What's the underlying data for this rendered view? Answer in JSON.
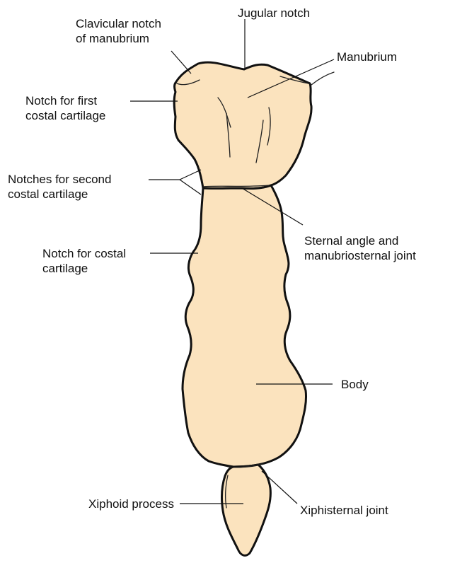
{
  "colors": {
    "bone_fill": "#fbe3be",
    "outline": "#111111",
    "background": "#ffffff"
  },
  "labels": {
    "clavicular_notch": [
      "Clavicular notch",
      "of manubrium"
    ],
    "jugular_notch": [
      "Jugular notch"
    ],
    "manubrium": [
      "Manubrium"
    ],
    "first_costal_notch": [
      "Notch for first",
      "costal cartilage"
    ],
    "second_costal_notches": [
      "Notches for second",
      "costal cartilage"
    ],
    "sternal_angle": [
      "Sternal angle and",
      "manubriosternal joint"
    ],
    "costal_notch": [
      "Notch for costal",
      "cartilage"
    ],
    "body": [
      "Body"
    ],
    "xiphoid_process": [
      "Xiphoid process"
    ],
    "xiphisternal_joint": [
      "Xiphisternal joint"
    ]
  }
}
